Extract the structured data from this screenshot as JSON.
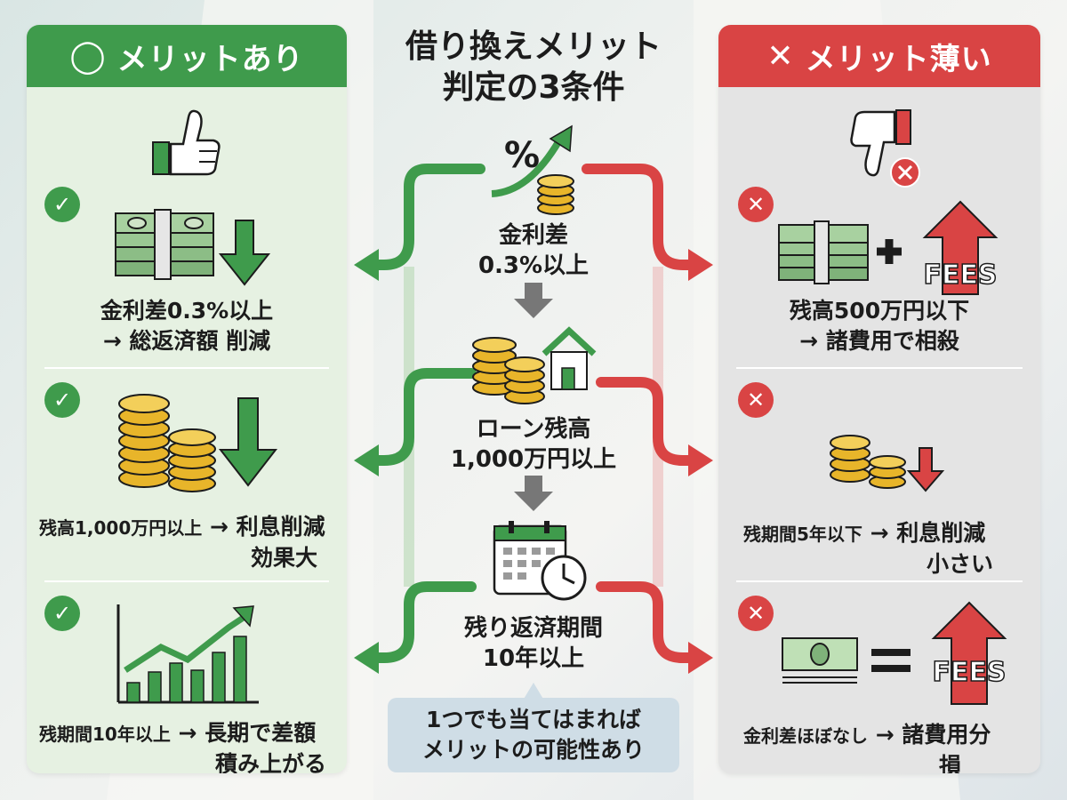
{
  "title": {
    "line1": "借り換えメリット",
    "line2": "判定の3条件"
  },
  "left_panel": {
    "header_symbol": "◯",
    "header_label": "メリットあり",
    "items": [
      {
        "line1": "金利差0.3%以上",
        "line2": "→ 総返済額 削減"
      },
      {
        "line1a": "残高1,000万円以上",
        "line1b": " → 利息削減",
        "line2": "効果大"
      },
      {
        "line1a": "残期間10年以上",
        "line1b": " → 長期で差額",
        "line2": "積み上がる"
      }
    ]
  },
  "right_panel": {
    "header_symbol": "✕",
    "header_label": "メリット薄い",
    "items": [
      {
        "line1": "残高500万円以下",
        "line2": "→ 諸費用で相殺",
        "illus_text": "FEES"
      },
      {
        "line1a": "残期間5年以下",
        "line1b": " → 利息削減",
        "line2": "小さい"
      },
      {
        "line1a": "金利差ほぼなし",
        "line1b": " → 諸費用分",
        "line2": "損",
        "illus_text": "FEES"
      }
    ]
  },
  "conditions": [
    {
      "line1": "金利差",
      "line2": "0.3%以上",
      "icon_text": "%"
    },
    {
      "line1": "ローン残高",
      "line2": "1,000万円以上"
    },
    {
      "line1": "残り返済期間",
      "line2": "10年以上"
    }
  ],
  "note": {
    "line1": "1つでも当てはまれば",
    "line2": "メリットの可能性あり"
  },
  "colors": {
    "green": "#3f9b4c",
    "red": "#d94444",
    "gold": "#e8b52a",
    "note_bg": "#cfdde6"
  }
}
